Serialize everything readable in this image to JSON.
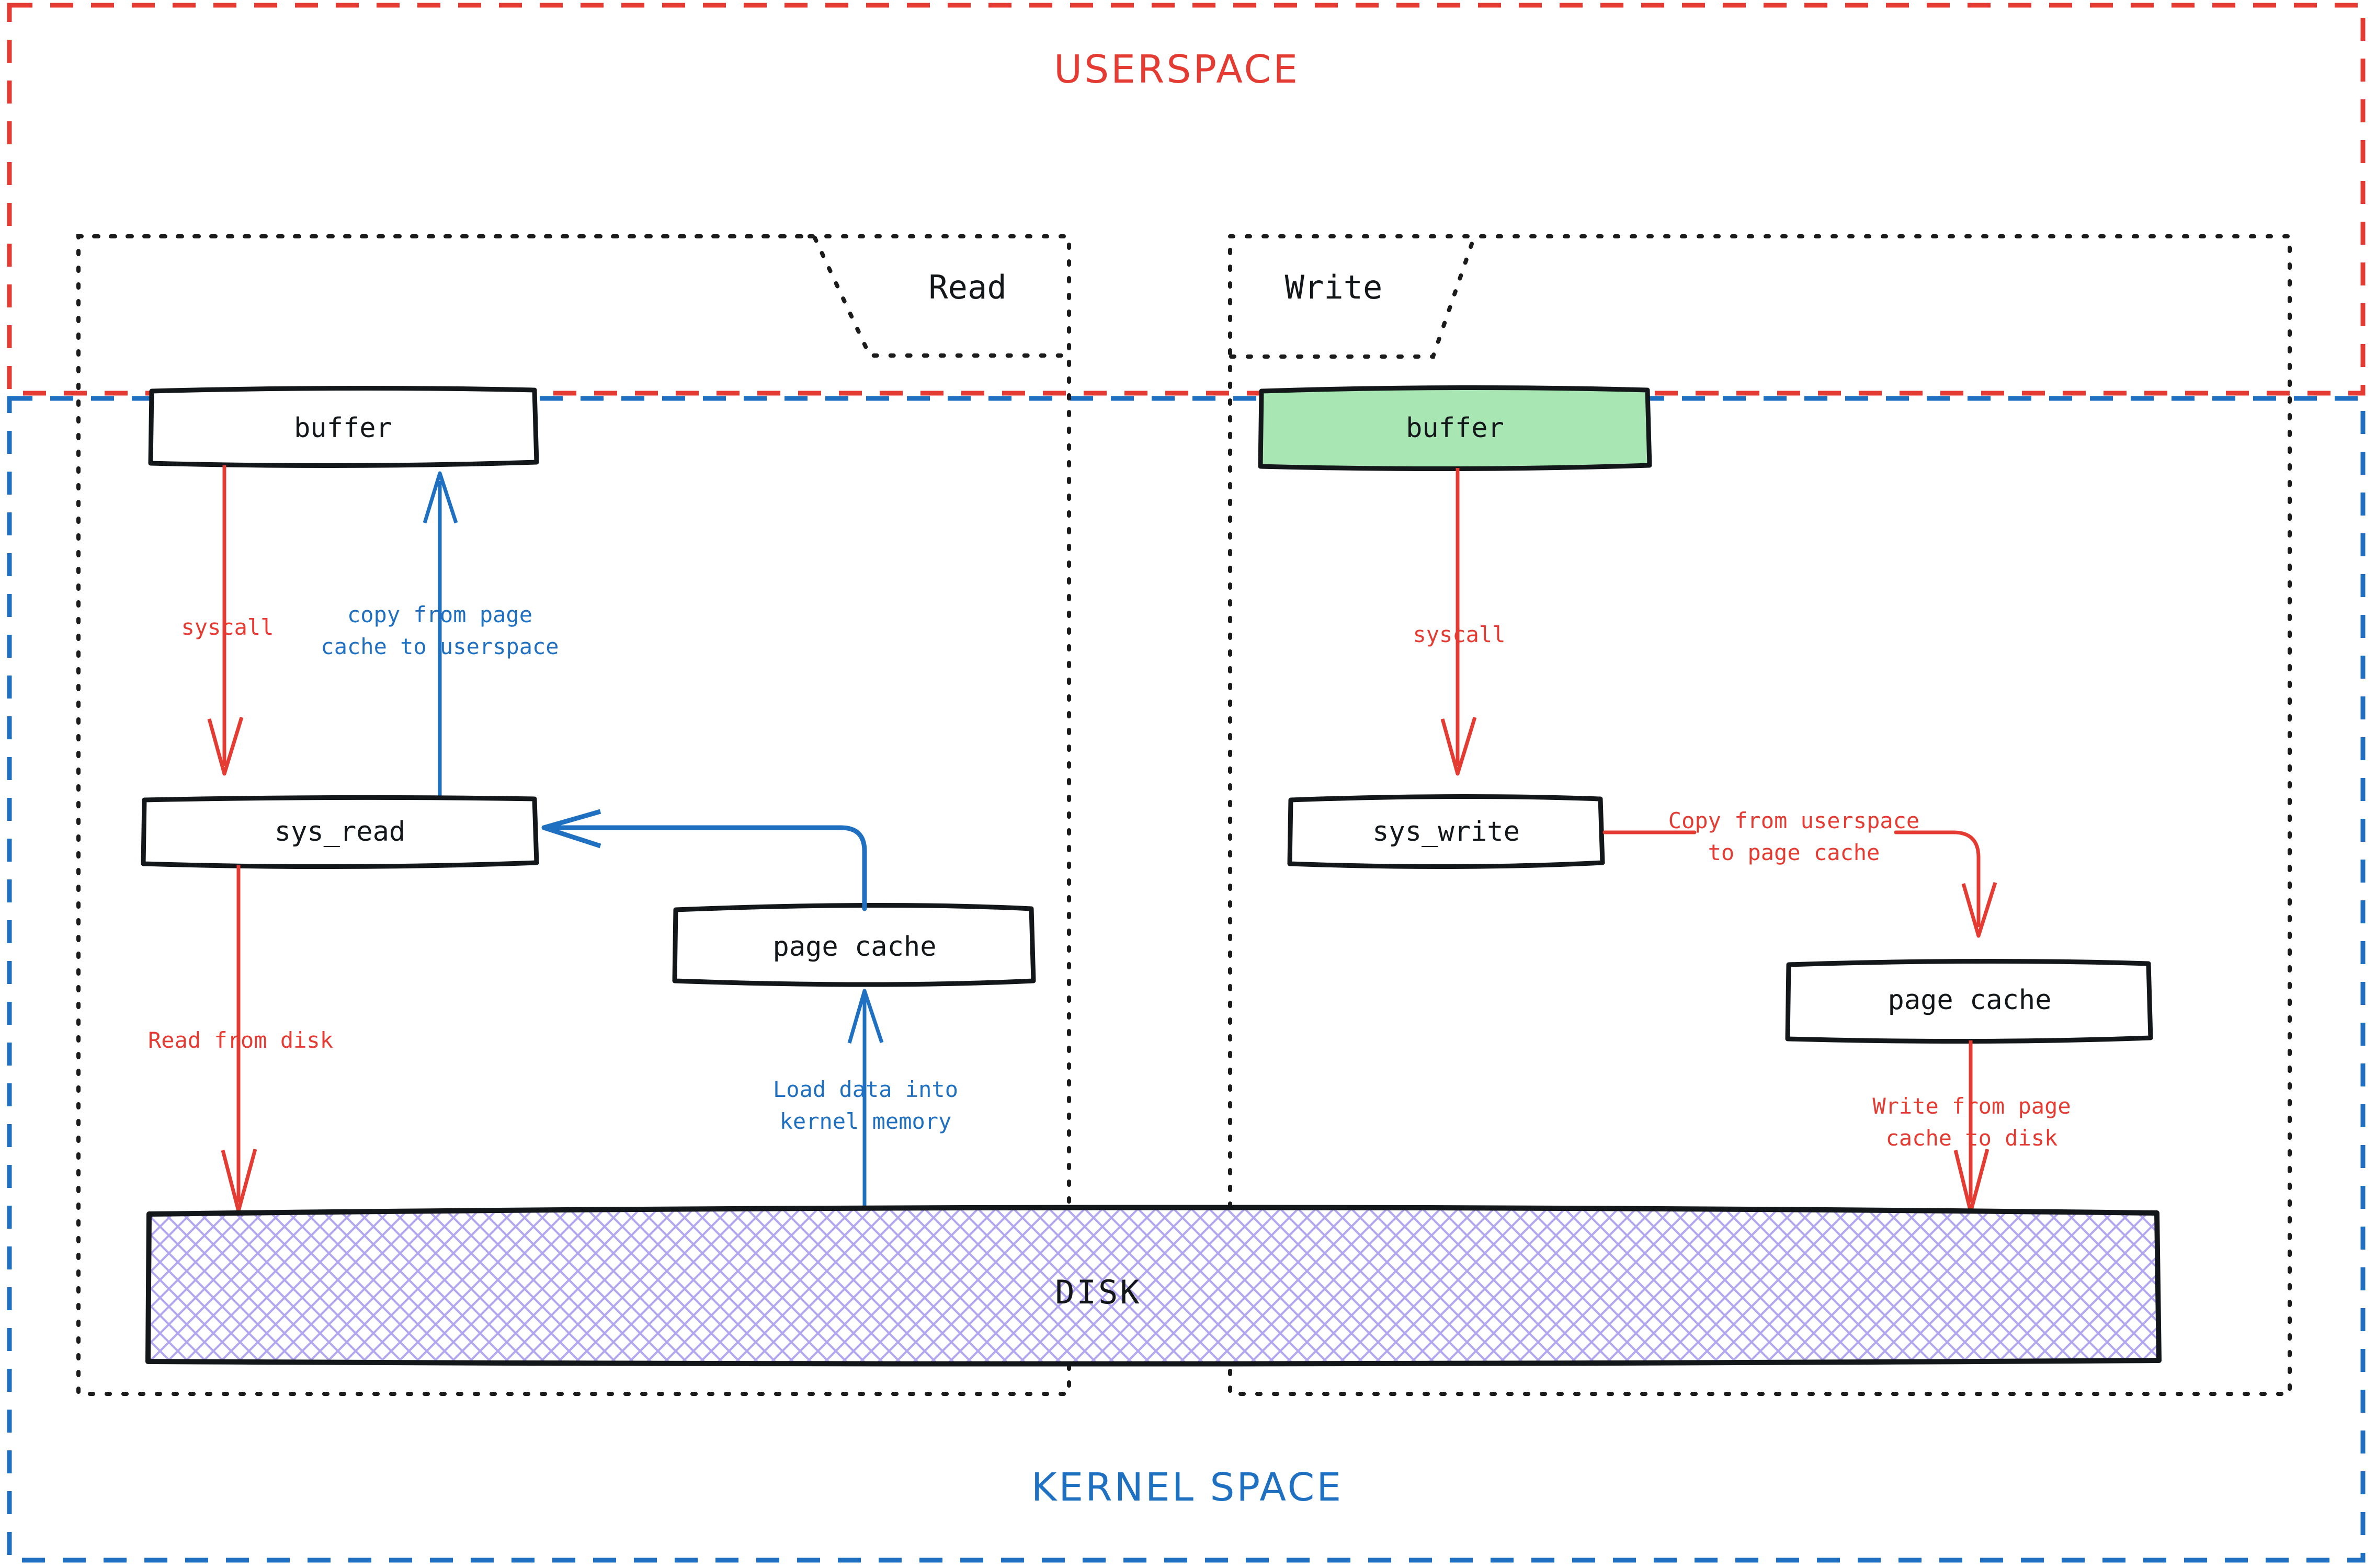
{
  "diagram": {
    "title_userspace": "USERSPACE",
    "title_kernel": "KERNEL SPACE",
    "colors": {
      "userspace_boundary": "#e43b33",
      "kernel_boundary": "#1f70c1",
      "red_flow": "#e43b33",
      "blue_flow": "#1f70c1",
      "highlight_buffer_fill": "#a8e6b4",
      "disk_hatch": "#b3a7ef",
      "box_stroke": "#13171a"
    },
    "groups": {
      "read": {
        "tab_label": "Read"
      },
      "write": {
        "tab_label": "Write"
      }
    },
    "nodes": {
      "read_buffer": "buffer",
      "write_buffer": "buffer",
      "sys_read": "sys_read",
      "sys_write": "sys_write",
      "read_page_cache": "page cache",
      "write_page_cache": "page cache",
      "disk": "DISK"
    },
    "edges": {
      "read_syscall": "syscall",
      "read_copy_to_userspace": "copy from page\ncache to userspace",
      "read_from_disk": "Read from disk",
      "load_into_kernel_memory": "Load data into\nkernel memory",
      "write_syscall": "syscall",
      "copy_userspace_to_page_cache": "Copy from userspace\nto page cache",
      "write_page_cache_to_disk": "Write from page\ncache to disk"
    }
  }
}
